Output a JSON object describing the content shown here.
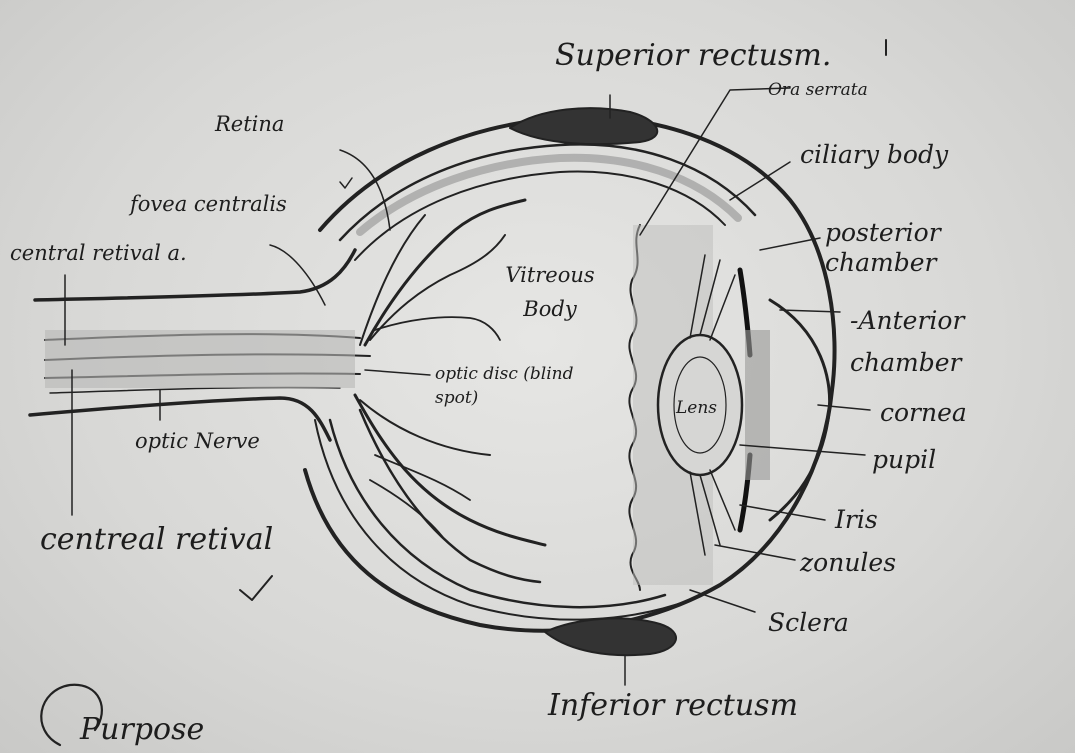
{
  "labels": {
    "superior_rectus": "Superior rectusm.",
    "ora_serrata": "Ora serrata",
    "ciliary_body": "ciliary body",
    "posterior_chamber": "posterior chamber",
    "anterior_chamber": "-Anterior chamber",
    "cornea": "cornea",
    "pupil": "pupil",
    "iris": "Iris",
    "zonules": "zonules",
    "sclera": "Sclera",
    "inferior_rectus": "Inferior rectusm",
    "retina": "Retina",
    "fovea_centralis": "fovea centralis",
    "central_retinal_a": "central retival a.",
    "vitreous_body": "Vitreous Body",
    "optic_disc": "optic disc (blind spot)",
    "lens": "Lens",
    "optic_nerve": "optic Nerve",
    "central_retinal_v": "centreal retival",
    "bottom_text": "Purpose"
  }
}
